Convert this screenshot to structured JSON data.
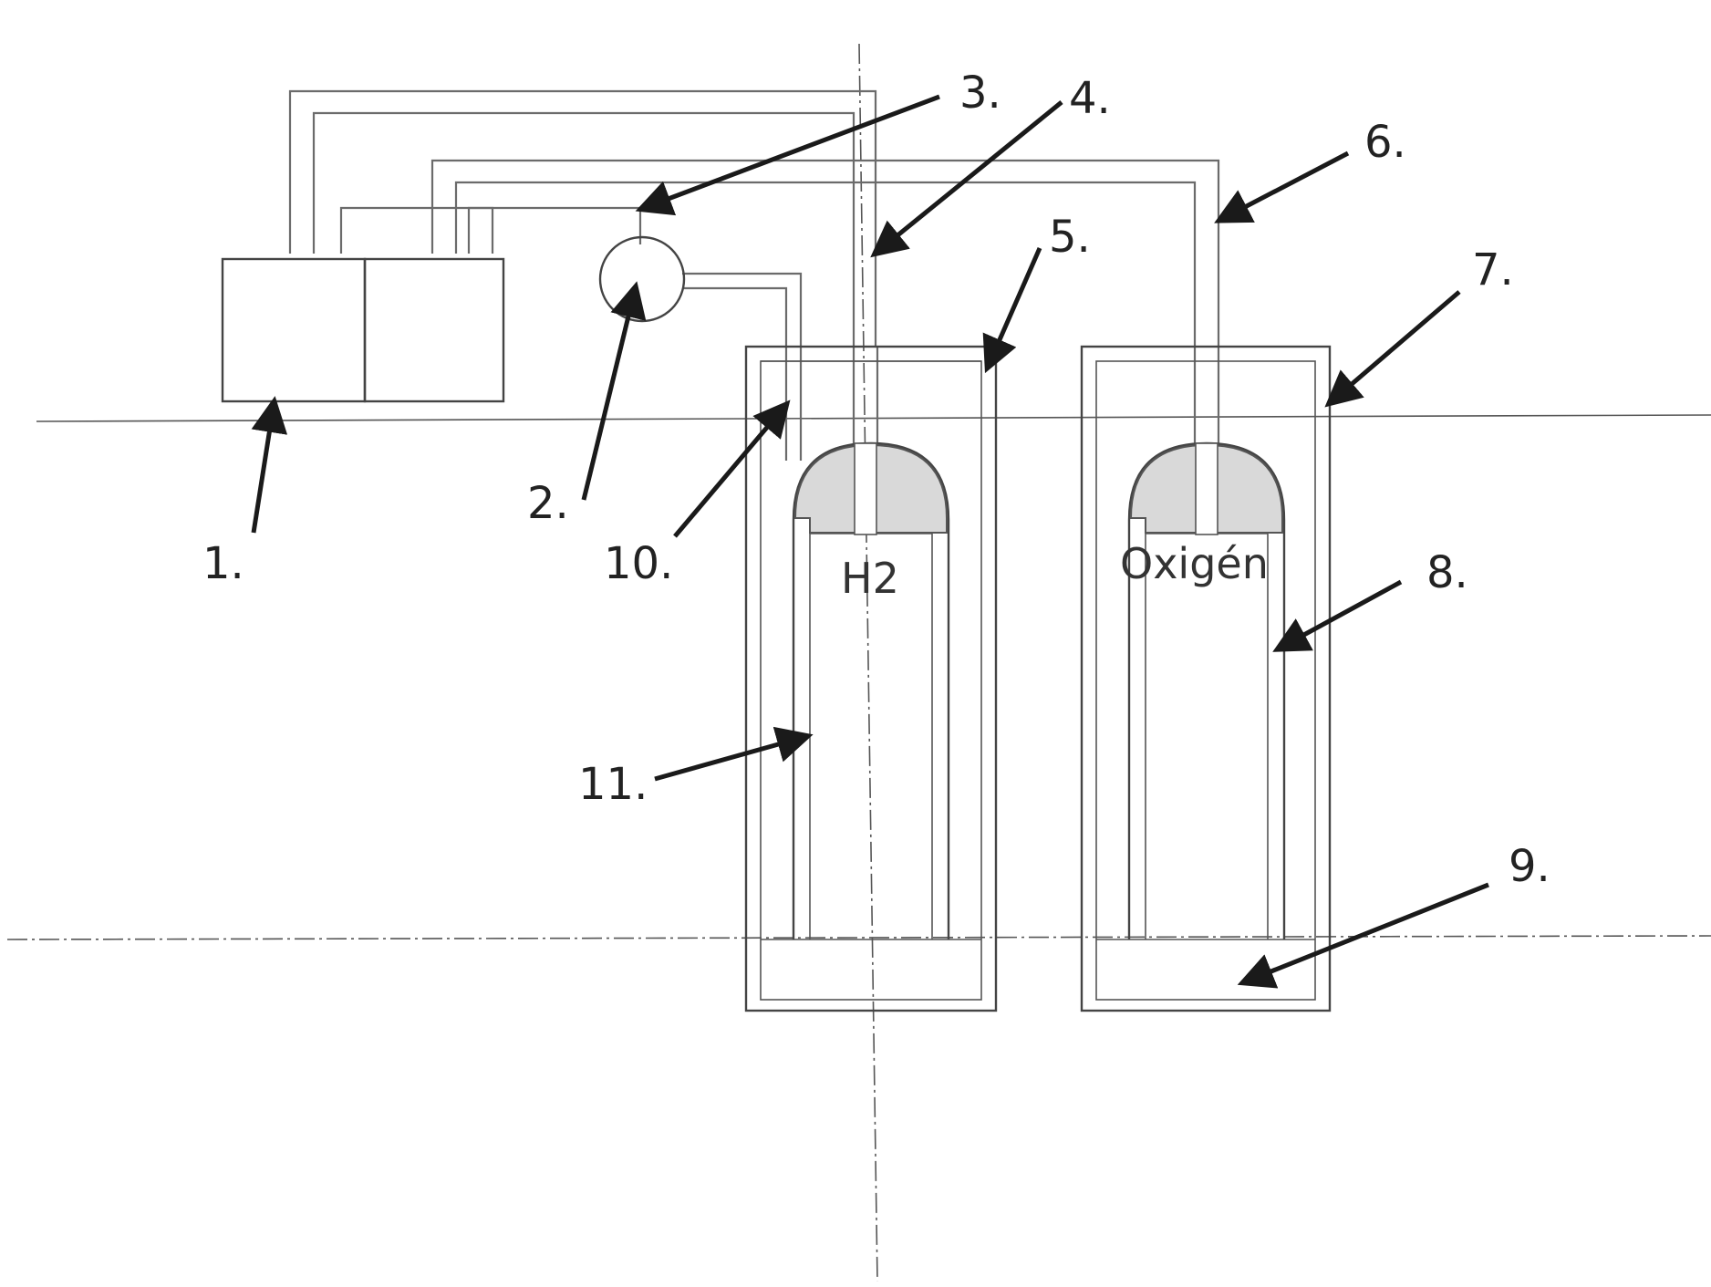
{
  "diagram": {
    "callouts": {
      "c1": "1.",
      "c2": "2.",
      "c3": "3.",
      "c4": "4.",
      "c5": "5.",
      "c6": "6.",
      "c7": "7.",
      "c8": "8.",
      "c9": "9.",
      "c10": "10.",
      "c11": "11."
    },
    "gas_labels": {
      "hydrogen": "H2",
      "oxygen": "Oxigén"
    }
  }
}
